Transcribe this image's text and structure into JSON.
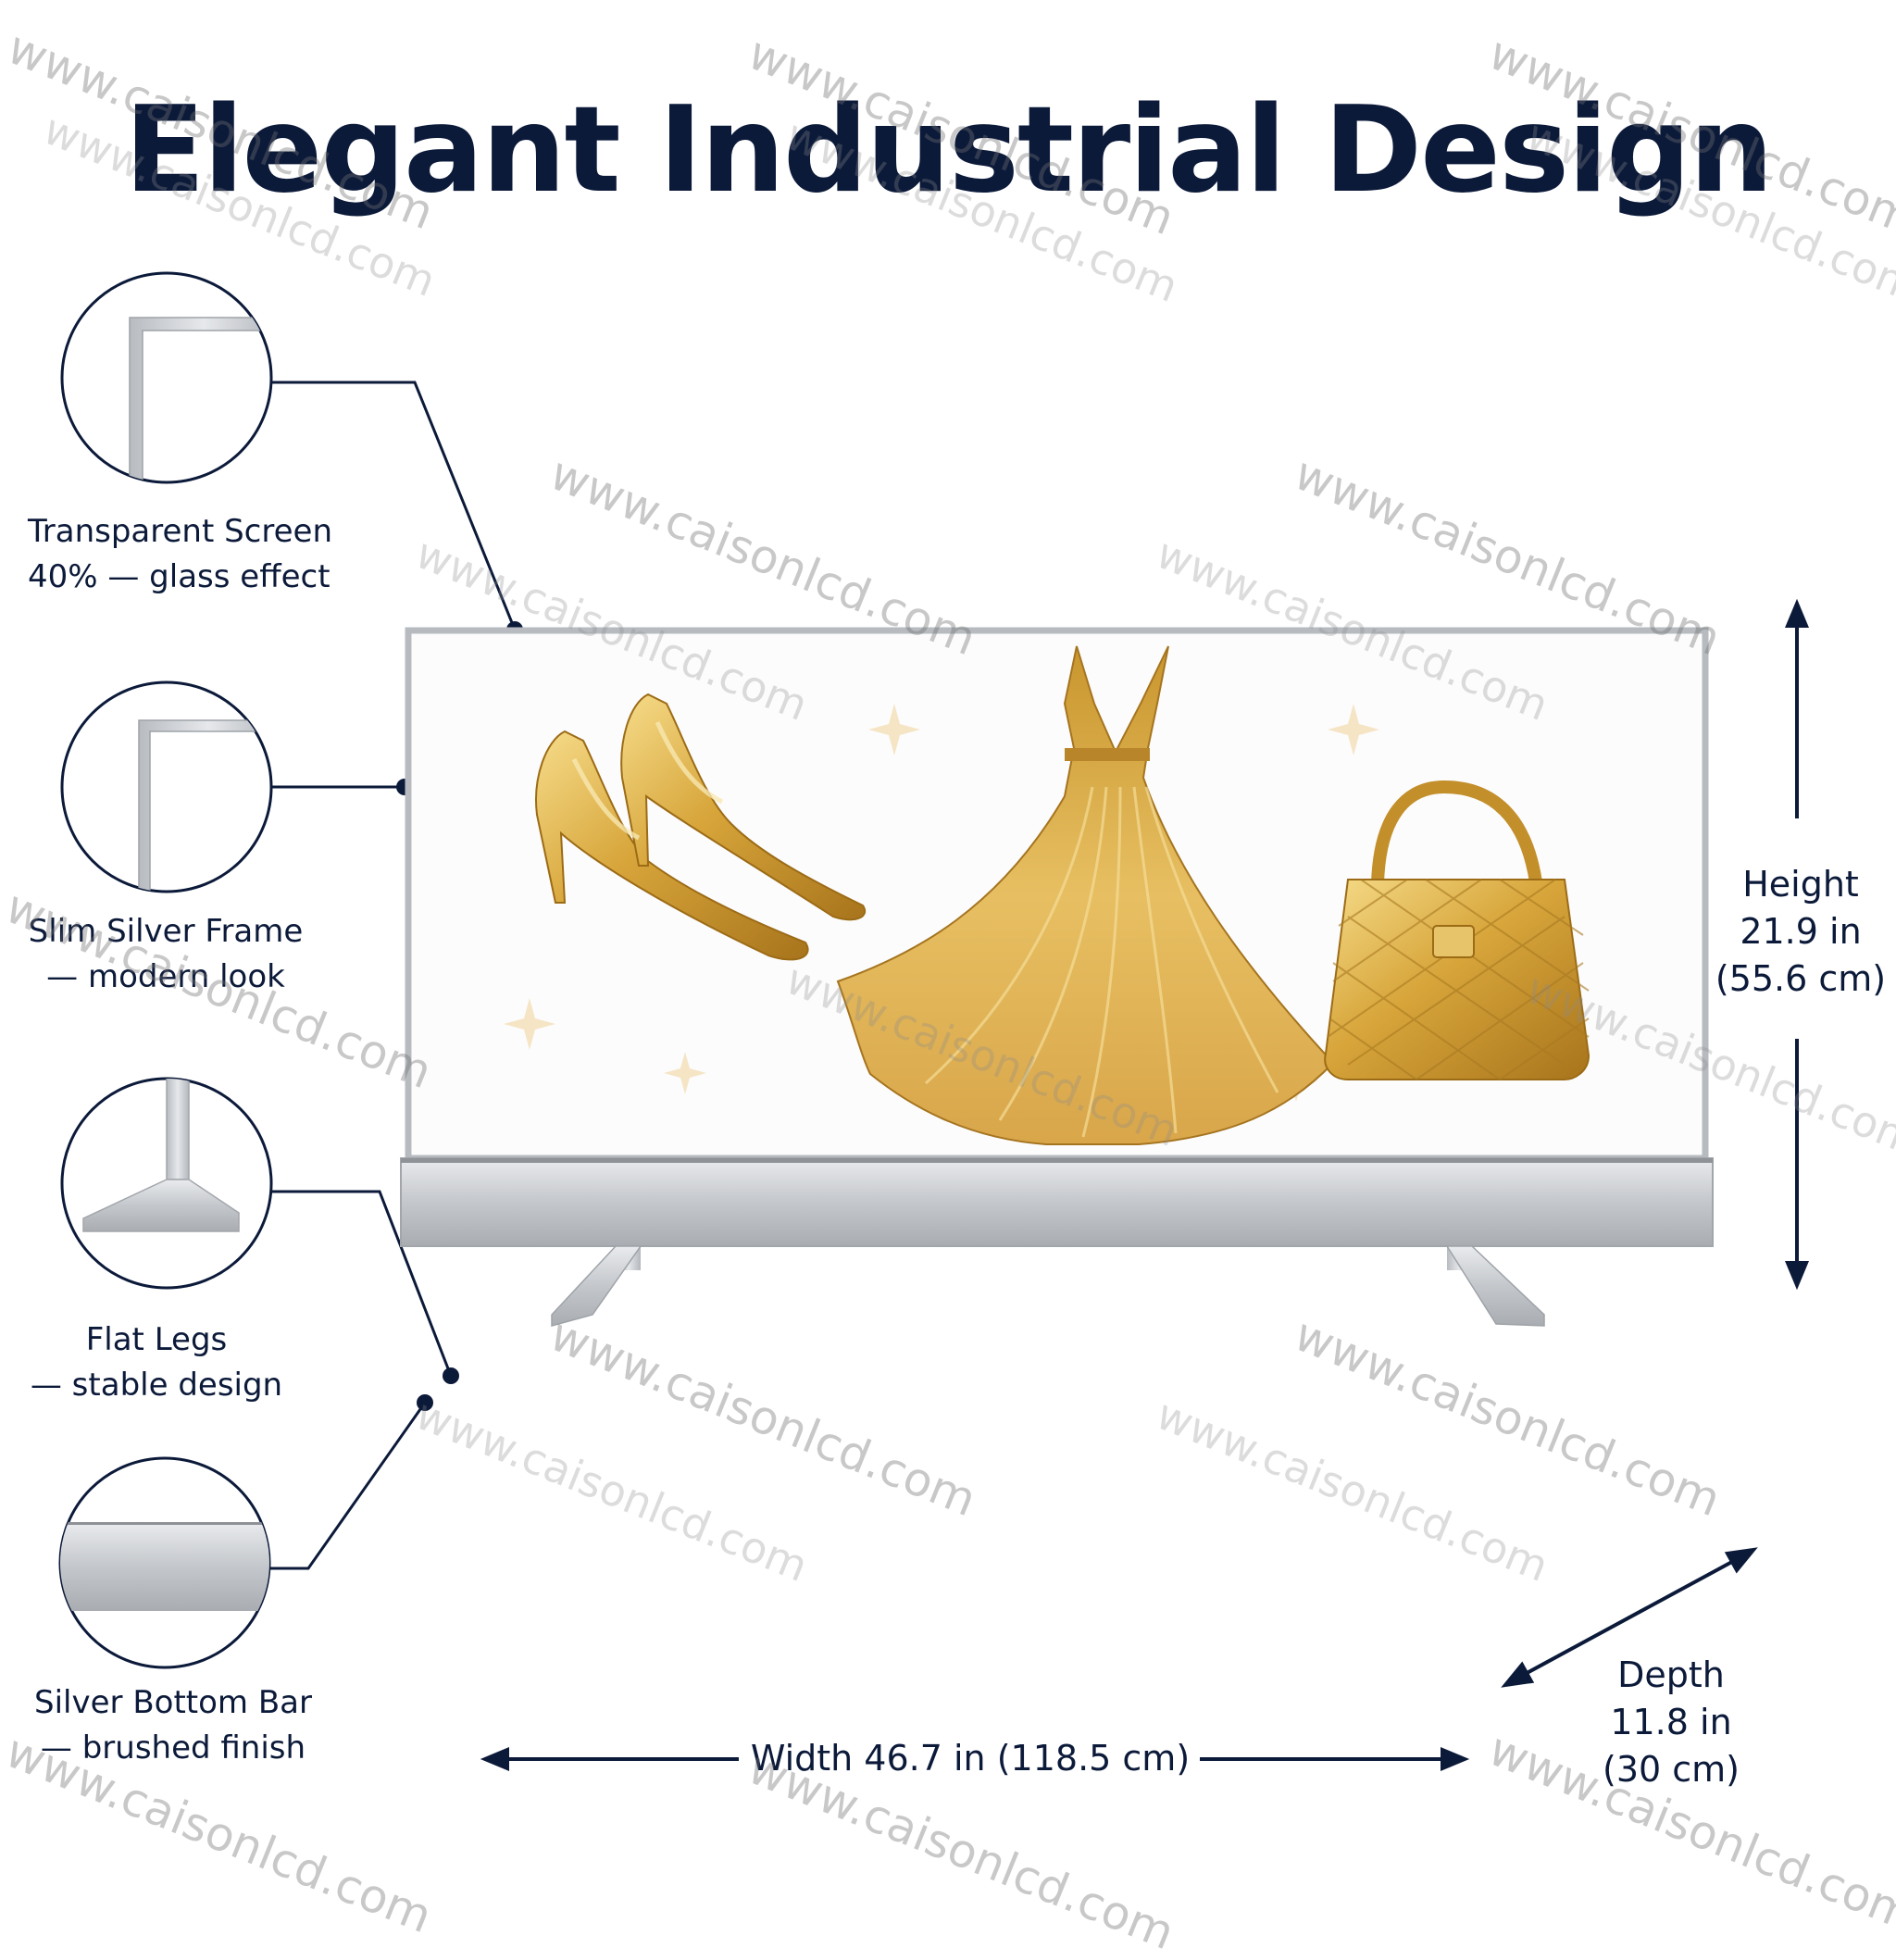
{
  "title": "Elegant Industrial Design",
  "callouts": [
    {
      "line1": "Transparent Screen",
      "line2": "40% — glass effect",
      "icon": "frame-corner-icon"
    },
    {
      "line1": "Slim Silver Frame",
      "line2": "— modern look",
      "icon": "frame-edge-icon"
    },
    {
      "line1": "Flat Legs",
      "line2": "— stable design",
      "icon": "flat-leg-icon"
    },
    {
      "line1": "Silver Bottom Bar",
      "line2": "— brushed finish",
      "icon": "brushed-bar-icon"
    }
  ],
  "dimensions": {
    "height": {
      "line1": "Height",
      "line2": "21.9 in",
      "line3": "(55.6 cm)"
    },
    "width": {
      "text": "Width 46.7 in (118.5 cm)"
    },
    "depth": {
      "line1": "Depth",
      "line2": "11.8 in",
      "line3": "(30 cm)"
    }
  },
  "display_items": [
    "gold-high-heels-icon",
    "gold-gown-icon",
    "gold-handbag-icon"
  ],
  "watermark": "www.caisonlcd.com",
  "colors": {
    "navy": "#0c1a3a",
    "silver": "#c9ccd0",
    "gold": "#d9a937"
  }
}
